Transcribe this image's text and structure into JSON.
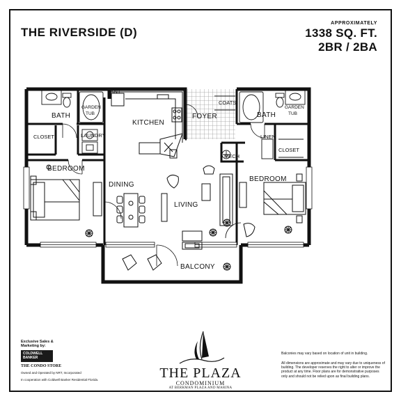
{
  "header": {
    "unit_name": "THE RIVERSIDE (D)",
    "approx_label": "APPROXIMATELY",
    "sqft": "1338 SQ. FT.",
    "beds_baths": "2BR / 2BA"
  },
  "rooms": {
    "bath_left": "BATH",
    "garden_tub_left": [
      "GARDEN",
      "TUB"
    ],
    "pant": "PANT",
    "kitchen": "KITCHEN",
    "foyer": "FOYER",
    "coats": "COATS",
    "bath_right": "BATH",
    "garden_tub_right": [
      "GARDEN",
      "TUB"
    ],
    "closet_left": "CLOSET",
    "laundry": "LAUNDRY",
    "linen": "LINEN",
    "closet_right": "CLOSET",
    "mech": "MECH",
    "bedroom_left": "BEDROOM",
    "bedroom_right": "BEDROOM",
    "dining": "DINING",
    "living": "LIVING",
    "balcony": "BALCONY"
  },
  "footer": {
    "exclusive_sales": "Exclusive Sales & Marketing by:",
    "coldwell_banker": "COLDWELL BANKER",
    "condo_store": "THE CONDO STORE",
    "owned_by": "Owned and Operated by NRT, Incorporated",
    "cooperation": "In cooperation with Coldwell Banker Residential Florida.",
    "brand_name": "THE PLAZA",
    "brand_sub": "CONDOMINIUM",
    "brand_location": "AT BERKMAN PLAZA AND MARINA",
    "disclaimer_1": "Balconies may vary based on location of unit in building.",
    "disclaimer_2": "All dimensions are approximate and may vary due to uniqueness of building. The developer reserves the right to alter or improve the product at any time. Floor plans are for demonstrative purposes only and should not be relied upon as final building plans."
  },
  "colors": {
    "ink": "#111111",
    "paper": "#ffffff",
    "tile": "#9a9a9a"
  }
}
